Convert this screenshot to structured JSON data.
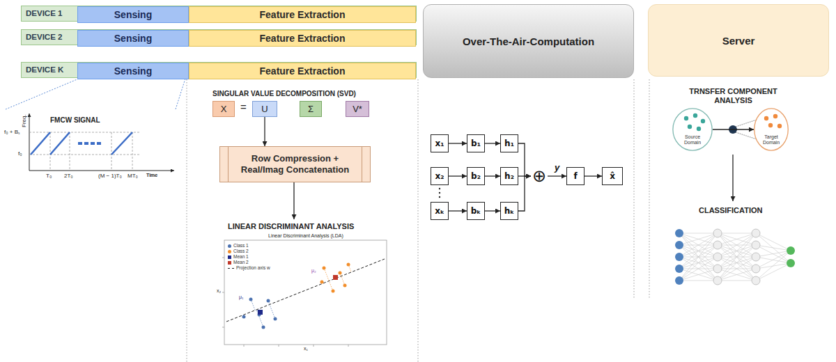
{
  "diagram": {
    "nodes": [
      {
        "text": [
          "DEVICE 1"
        ]
      },
      {
        "text": [
          "Sensing"
        ],
        "in": 0
      },
      {
        "text": [
          "Feature Extraction"
        ],
        "in": 0
      },
      {
        "text": [
          "DEVICE 2"
        ]
      },
      {
        "text": [
          "Sensing"
        ],
        "in": 3
      },
      {
        "text": [
          "Feature Extraction"
        ],
        "in": 3
      },
      {
        "text": [
          "DEVICE K"
        ]
      },
      {
        "text": [
          "Sensing"
        ],
        "in": 6
      },
      {
        "text": [
          "Feature Extraction"
        ],
        "in": 6
      },
      {
        "text": [
          "Over-The-Air-Computation"
        ]
      },
      {
        "text": [
          "Server"
        ]
      },
      {
        "text": [
          "X"
        ]
      },
      {
        "text": [
          "U"
        ]
      },
      {
        "text": [
          "Σ"
        ]
      },
      {
        "text": [
          "V*"
        ]
      },
      {
        "text": [
          "Row Compression + Real/Imag Concatenation"
        ]
      },
      {
        "text": [
          "x₁"
        ]
      },
      {
        "text": [
          "b₁"
        ]
      },
      {
        "text": [
          "h₁"
        ]
      },
      {
        "text": [
          "x₂"
        ]
      },
      {
        "text": [
          "b₂"
        ]
      },
      {
        "text": [
          "h₂"
        ]
      },
      {
        "text": [
          "xₖ"
        ]
      },
      {
        "text": [
          "bₖ"
        ]
      },
      {
        "text": [
          "hₖ"
        ]
      },
      {
        "text": [
          "⊕"
        ]
      },
      {
        "text": [
          "f"
        ]
      },
      {
        "text": [
          "x̂"
        ]
      },
      {
        "text": [
          "Source Domain"
        ]
      },
      {
        "text": [
          "Target Domain"
        ]
      }
    ],
    "edges": [
      {
        "from": 12,
        "to": 15,
        "arrow": "to"
      },
      {
        "from": 16,
        "to": 17,
        "arrow": "to"
      },
      {
        "from": 17,
        "to": 18,
        "arrow": "to"
      },
      {
        "from": 18,
        "to": 25,
        "arrow": "to"
      },
      {
        "from": 19,
        "to": 20,
        "arrow": "to"
      },
      {
        "from": 20,
        "to": 21,
        "arrow": "to"
      },
      {
        "from": 21,
        "to": 25,
        "arrow": "to"
      },
      {
        "from": 22,
        "to": 23,
        "arrow": "to"
      },
      {
        "from": 23,
        "to": 24,
        "arrow": "to"
      },
      {
        "from": 24,
        "to": 25,
        "arrow": "to"
      },
      {
        "from": 25,
        "to": 26,
        "label": "y",
        "arrow": "to"
      },
      {
        "from": 26,
        "to": 27,
        "arrow": "to"
      },
      {
        "from": 28,
        "to": 29,
        "arrow": "to"
      }
    ],
    "labels": [
      "FMCW SIGNAL",
      "Freq.",
      "f₀ + Bₛ",
      "f₀",
      "T₀",
      "2T₀",
      "(M − 1)T₀",
      "MT₀",
      "Time",
      "SINGULAR VALUE DECOMPOSITION (SVD)",
      "=",
      "LINEAR DISCRIMINANT ANALYSIS",
      "Linear Discriminant Analysis (LDA)",
      "μ₁",
      "μ₂",
      "x₁",
      "x₂",
      "TRNSFER COMPONENT ANALYSIS",
      "CLASSIFICATION"
    ],
    "legend": [
      {
        "text": "Class 1",
        "color": "#4c72b0"
      },
      {
        "text": "Class 2",
        "color": "#f28e2b"
      },
      {
        "text": "Mean 1",
        "color": "#1f2a8a"
      },
      {
        "text": "Mean 2",
        "color": "#c0392b"
      },
      {
        "text": "Projection axis w"
      }
    ]
  }
}
